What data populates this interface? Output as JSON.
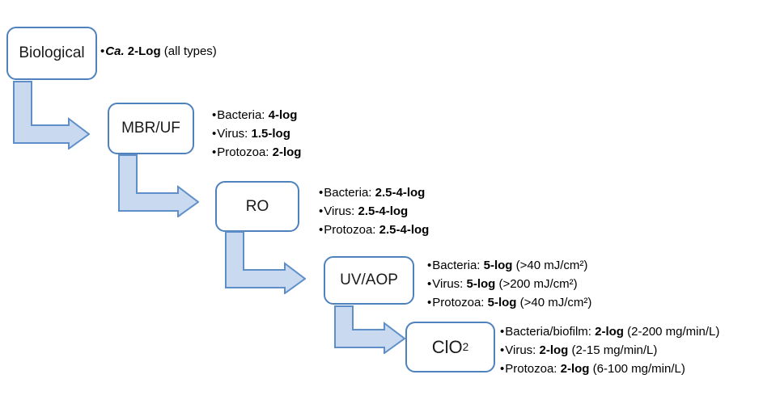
{
  "diagram": {
    "bullet_char": "•",
    "colors": {
      "box_border": "#4f81bd",
      "arrow_fill": "#c9d9ef",
      "arrow_border": "#5e8fc9"
    },
    "stages": [
      {
        "label": "Biological",
        "bullets": [
          {
            "em": "Ca. ",
            "bold": "2-Log",
            "post": " (all types)"
          }
        ]
      },
      {
        "label": "MBR/UF",
        "bullets": [
          {
            "pre": "Bacteria: ",
            "bold": "4-log"
          },
          {
            "pre": "Virus: ",
            "bold": "1.5-log"
          },
          {
            "pre": "Protozoa: ",
            "bold": "2-log"
          }
        ]
      },
      {
        "label": "RO",
        "bullets": [
          {
            "pre": "Bacteria: ",
            "bold": "2.5-4-log"
          },
          {
            "pre": "Virus: ",
            "bold": "2.5-4-log"
          },
          {
            "pre": "Protozoa: ",
            "bold": "2.5-4-log"
          }
        ]
      },
      {
        "label": "UV/AOP",
        "bullets": [
          {
            "pre": "Bacteria: ",
            "bold": "5-log",
            "post": " (>40 mJ/cm²)"
          },
          {
            "pre": "Virus: ",
            "bold": "5-log",
            "post": " (>200 mJ/cm²)"
          },
          {
            "pre": "Protozoa: ",
            "bold": "5-log",
            "post": " (>40 mJ/cm²)"
          }
        ]
      },
      {
        "label": "ClO",
        "label_sub": "2",
        "bullets": [
          {
            "pre": "Bacteria/biofilm: ",
            "bold": "2-log",
            "post": " (2-200 mg/min/L)"
          },
          {
            "pre": "Virus: ",
            "bold": "2-log",
            "post": " (2-15 mg/min/L)"
          },
          {
            "pre": "Protozoa: ",
            "bold": "2-log",
            "post": " (6-100 mg/min/L)"
          }
        ]
      }
    ]
  }
}
